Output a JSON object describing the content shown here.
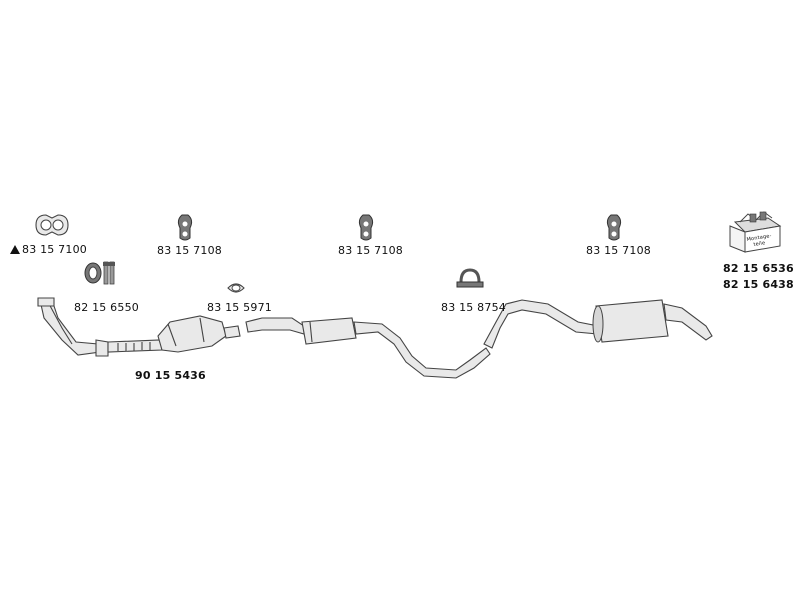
{
  "diagram": {
    "parts": [
      {
        "id": "p1",
        "number": "83 15 7100",
        "marked": true
      },
      {
        "id": "p2",
        "number": "83 15 7108"
      },
      {
        "id": "p3",
        "number": "83 15 7108"
      },
      {
        "id": "p4",
        "number": "83 15 7108"
      },
      {
        "id": "p5",
        "number": "82 15 6550"
      },
      {
        "id": "p6",
        "number": "83 15 5971"
      },
      {
        "id": "p7",
        "number": "83 15  8754"
      },
      {
        "id": "p8",
        "number": "90 15 5436"
      },
      {
        "id": "p9",
        "number": "82 15 6536"
      },
      {
        "id": "p10",
        "number": "82 15 6438"
      }
    ],
    "kit_box_text": [
      "Montage-",
      "teile"
    ]
  },
  "colors": {
    "line": "#444444",
    "fill": "#e9e9e9",
    "text": "#111111"
  }
}
